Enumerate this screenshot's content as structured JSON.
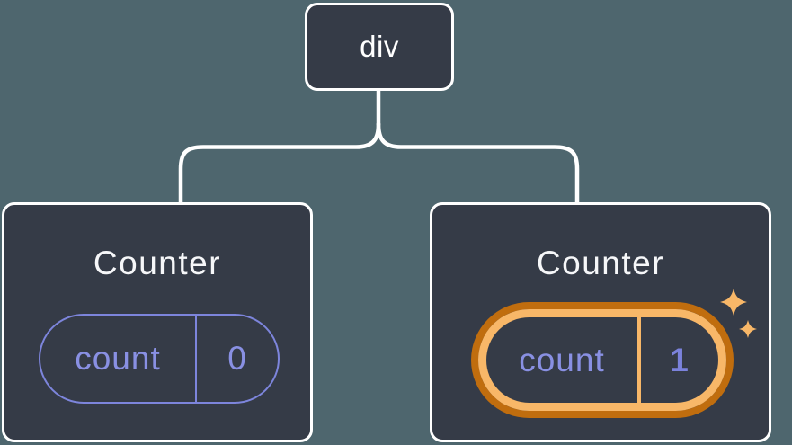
{
  "diagram": {
    "root": {
      "label": "div"
    },
    "children": [
      {
        "title": "Counter",
        "state": {
          "key": "count",
          "value": "0"
        },
        "highlighted": false
      },
      {
        "title": "Counter",
        "state": {
          "key": "count",
          "value": "1"
        },
        "highlighted": true
      }
    ]
  },
  "icons": {
    "sparkles": "two four-point sparkle stars marking freshly initialized state"
  },
  "colors": {
    "background": "#4e666e",
    "card_background": "#353b47",
    "card_border": "#ffffff",
    "connector": "#ffffff",
    "title_color": "#f6f7f9",
    "node_label_color": "#ffffff",
    "state_accent": "#7d85dc",
    "state_text": "#8990e3",
    "highlight_light": "#f8b768",
    "highlight_dark": "#c06d0e"
  }
}
